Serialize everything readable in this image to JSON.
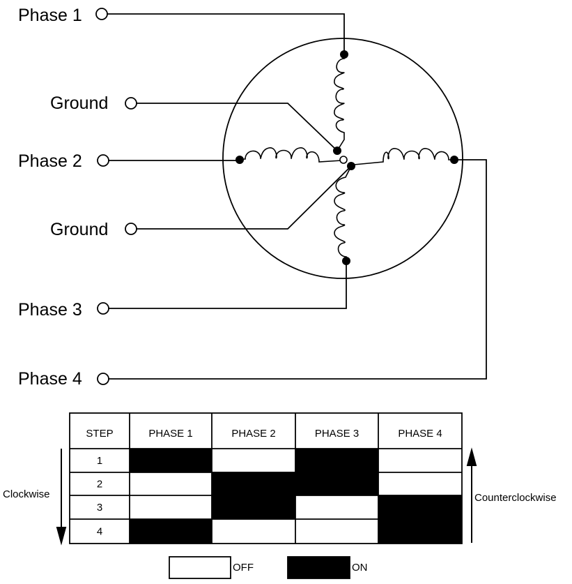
{
  "terminals": {
    "phase1": "Phase 1",
    "ground_top": "Ground",
    "phase2": "Phase 2",
    "ground_bottom": "Ground",
    "phase3": "Phase 3",
    "phase4": "Phase 4"
  },
  "table": {
    "headers": [
      "STEP",
      "PHASE  1",
      "PHASE  2",
      "PHASE  3",
      "PHASE  4"
    ],
    "rows": [
      {
        "step": "1",
        "states": [
          "on",
          "off",
          "on",
          "off"
        ]
      },
      {
        "step": "2",
        "states": [
          "off",
          "on",
          "on",
          "off"
        ]
      },
      {
        "step": "3",
        "states": [
          "off",
          "on",
          "off",
          "on"
        ]
      },
      {
        "step": "4",
        "states": [
          "on",
          "off",
          "off",
          "on"
        ]
      }
    ]
  },
  "directions": {
    "clockwise": "Clockwise",
    "counterclockwise": "Counterclockwise"
  },
  "legend": {
    "off": "OFF",
    "on": "ON"
  },
  "colors": {
    "on": "#000000",
    "off": "#ffffff",
    "line": "#000000"
  }
}
